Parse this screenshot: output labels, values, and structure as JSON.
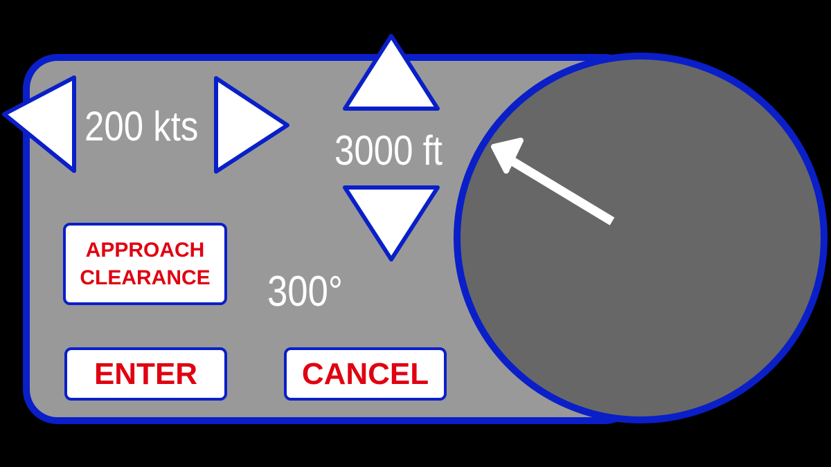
{
  "speed": {
    "value": "200 kts"
  },
  "altitude": {
    "value": "3000 ft"
  },
  "heading": {
    "value": "300°",
    "degrees": 300
  },
  "buttons": {
    "approach_line1": "APPROACH",
    "approach_line2": "CLEARANCE",
    "enter": "ENTER",
    "cancel": "CANCEL"
  },
  "colors": {
    "border": "#0a1fc8",
    "panel": "#999999",
    "dial": "#676767",
    "button_text": "#e00010"
  }
}
